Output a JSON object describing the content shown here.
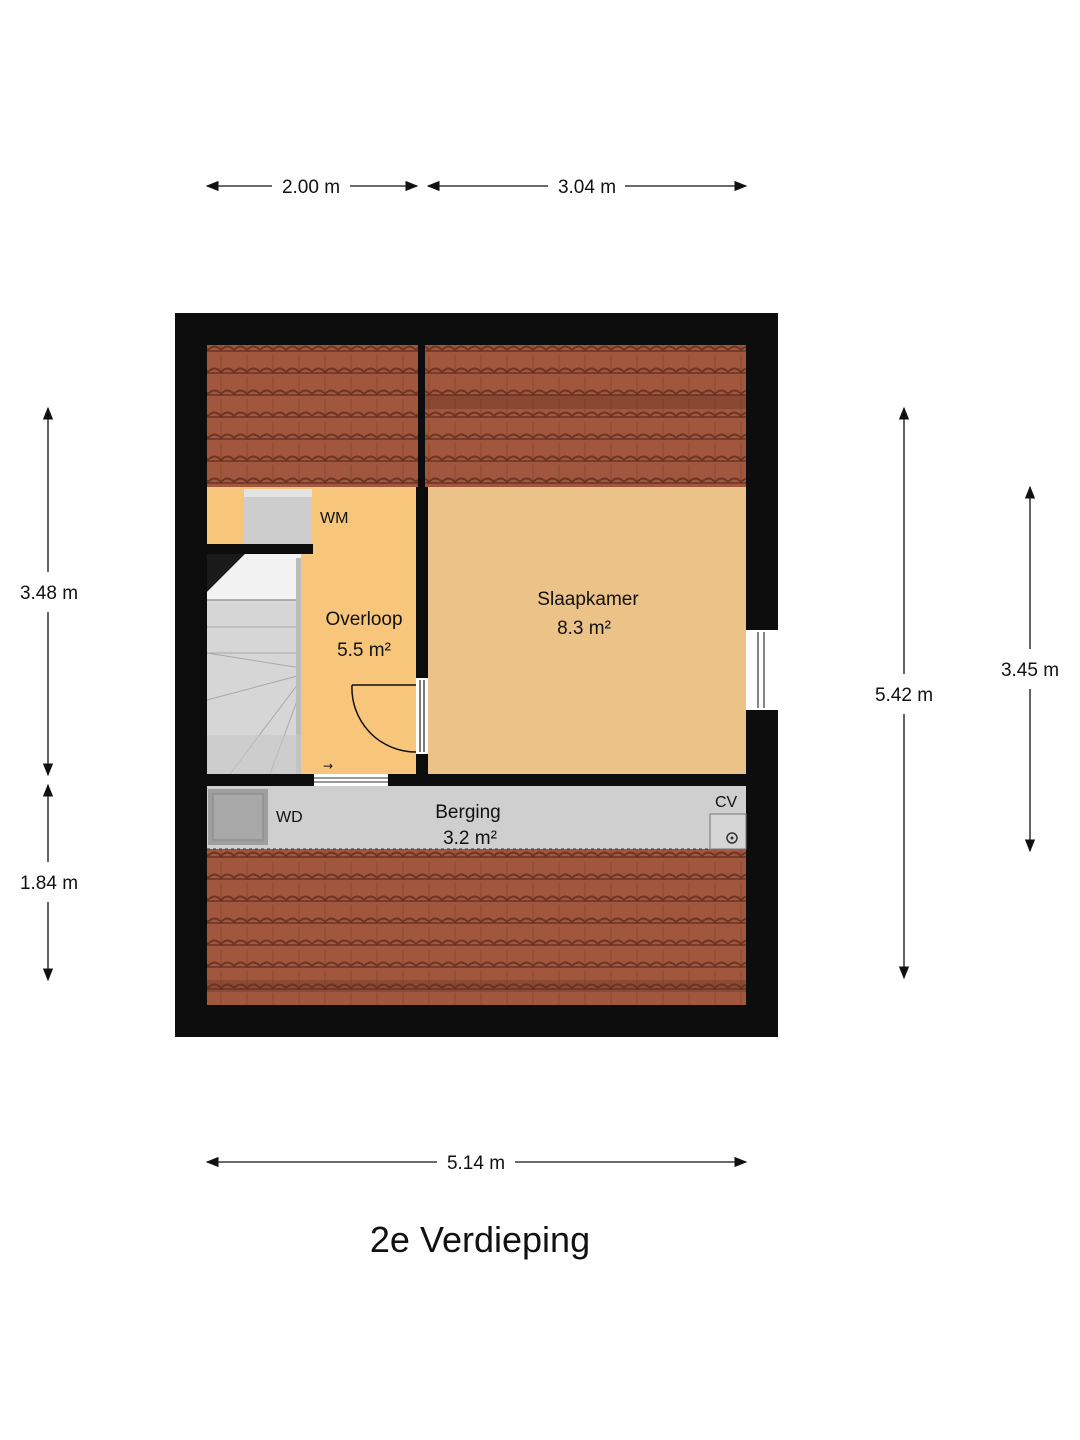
{
  "title": "2e Verdieping",
  "colors": {
    "wall": "#0d0d0d",
    "roof_tile": "#a0573d",
    "roof_tile_dark": "#6e3524",
    "overloop_floor": "#f7c67a",
    "slaapkamer_floor": "#ebc287",
    "berging_floor": "#cfcfcf",
    "stairs": "#d8d8d8"
  },
  "rooms": {
    "overloop": {
      "name": "Overloop",
      "area": "5.5 m²"
    },
    "slaapkamer": {
      "name": "Slaapkamer",
      "area": "8.3 m²"
    },
    "berging": {
      "name": "Berging",
      "area": "3.2 m²"
    }
  },
  "fixtures": {
    "washing_machine": "WM",
    "dryer": "WD",
    "boiler": "CV"
  },
  "dimensions": {
    "top_left": "2.00 m",
    "top_right": "3.04 m",
    "bottom": "5.14 m",
    "left_upper": "3.48 m",
    "left_lower": "1.84 m",
    "right_inner": "5.42 m",
    "right_outer": "3.45 m"
  }
}
